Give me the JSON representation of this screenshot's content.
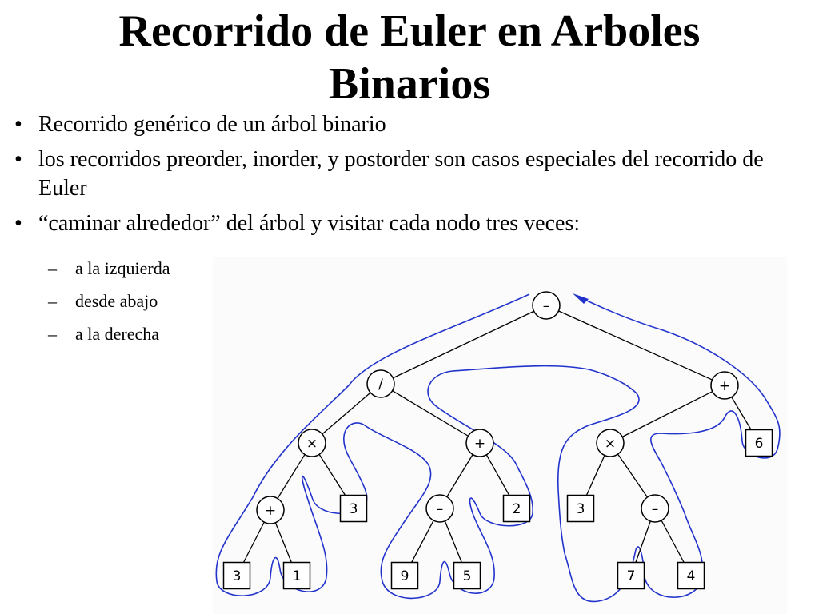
{
  "slide": {
    "title_line1": "Recorrido de Euler en Arboles",
    "title_line2": "Binarios",
    "bullets": [
      "Recorrido genérico de un árbol binario",
      "los recorridos preorder, inorder, y postorder son casos especiales del recorrido de Euler",
      "“caminar alrededor” del árbol y visitar cada nodo tres veces:"
    ],
    "bullet_symbol": "•",
    "subbullet_symbol": "–",
    "subbullets": [
      "a la izquierda",
      "desde abajo",
      "a la derecha"
    ]
  },
  "tree": {
    "nodes": [
      {
        "id": "root",
        "label": "–",
        "shape": "circle"
      },
      {
        "id": "div",
        "label": "/",
        "shape": "circle"
      },
      {
        "id": "plusR",
        "label": "+",
        "shape": "circle"
      },
      {
        "id": "mulL",
        "label": "×",
        "shape": "circle"
      },
      {
        "id": "plusM",
        "label": "+",
        "shape": "circle"
      },
      {
        "id": "mulR",
        "label": "×",
        "shape": "circle"
      },
      {
        "id": "six",
        "label": "6",
        "shape": "box"
      },
      {
        "id": "plusLL",
        "label": "+",
        "shape": "circle"
      },
      {
        "id": "threeA",
        "label": "3",
        "shape": "box"
      },
      {
        "id": "minusM",
        "label": "–",
        "shape": "circle"
      },
      {
        "id": "two",
        "label": "2",
        "shape": "box"
      },
      {
        "id": "threeB",
        "label": "3",
        "shape": "box"
      },
      {
        "id": "minusR",
        "label": "–",
        "shape": "circle"
      },
      {
        "id": "threeC",
        "label": "3",
        "shape": "box"
      },
      {
        "id": "one",
        "label": "1",
        "shape": "box"
      },
      {
        "id": "nine",
        "label": "9",
        "shape": "box"
      },
      {
        "id": "five",
        "label": "5",
        "shape": "box"
      },
      {
        "id": "seven",
        "label": "7",
        "shape": "box"
      },
      {
        "id": "four",
        "label": "4",
        "shape": "box"
      }
    ],
    "edges": [
      [
        "root",
        "div"
      ],
      [
        "root",
        "plusR"
      ],
      [
        "div",
        "mulL"
      ],
      [
        "div",
        "plusM"
      ],
      [
        "plusR",
        "mulR"
      ],
      [
        "plusR",
        "six"
      ],
      [
        "mulL",
        "plusLL"
      ],
      [
        "mulL",
        "threeA"
      ],
      [
        "plusM",
        "minusM"
      ],
      [
        "plusM",
        "two"
      ],
      [
        "mulR",
        "threeB"
      ],
      [
        "mulR",
        "minusR"
      ],
      [
        "plusLL",
        "threeC"
      ],
      [
        "plusLL",
        "one"
      ],
      [
        "minusM",
        "nine"
      ],
      [
        "minusM",
        "five"
      ],
      [
        "minusR",
        "seven"
      ],
      [
        "minusR",
        "four"
      ]
    ],
    "path_color": "#2233cc"
  }
}
